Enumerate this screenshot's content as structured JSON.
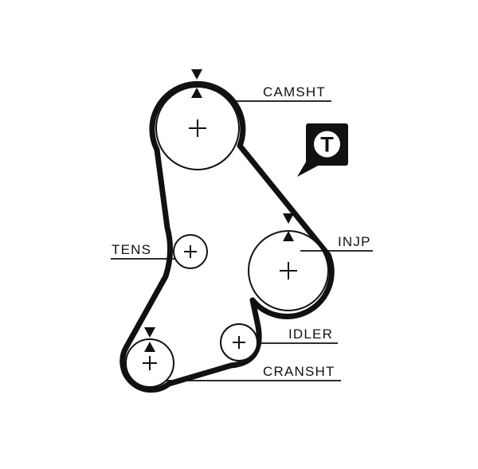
{
  "page": {
    "background": "#ffffff"
  },
  "diagram": {
    "type": "timing-belt-routing",
    "ink_color": "#111111",
    "labels": {
      "camshaft": "CAMSHT",
      "tensioner": "TENS",
      "injection_pump": "INJP",
      "idler": "IDLER",
      "crankshaft": "CRANSHT"
    },
    "badge": {
      "letter": "T"
    }
  }
}
